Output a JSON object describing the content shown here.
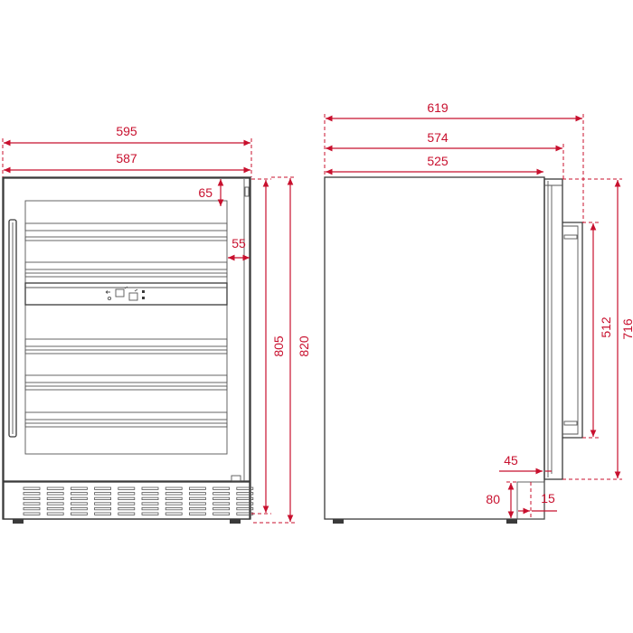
{
  "dimensions": {
    "overall_width": "595",
    "cabinet_width": "587",
    "top_gap": "65",
    "side_gap": "55",
    "cabinet_height": "805",
    "overall_height": "820",
    "depth_with_handle": "619",
    "depth_with_door": "574",
    "cabinet_depth": "525",
    "handle_length": "512",
    "door_height": "716",
    "handle_offset": "45",
    "plinth_height": "80",
    "plinth_depth": "15"
  },
  "colors": {
    "dimension": "#c8102e",
    "outline": "#3a3a3a"
  }
}
